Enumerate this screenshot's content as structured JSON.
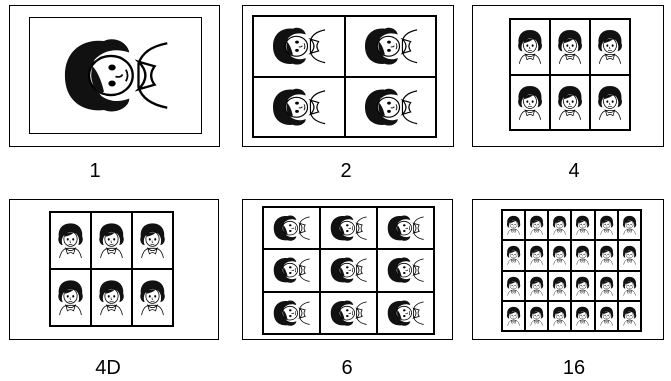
{
  "layouts": [
    {
      "id": "1",
      "label": "1",
      "orientation": "rotated",
      "cols": 1,
      "rows": 1
    },
    {
      "id": "2",
      "label": "2",
      "orientation": "rotated",
      "cols": 2,
      "rows": 2
    },
    {
      "id": "4",
      "label": "4",
      "orientation": "upright",
      "cols": 3,
      "rows": 2
    },
    {
      "id": "4d",
      "label": "4D",
      "orientation": "upright",
      "cols": 3,
      "rows": 2
    },
    {
      "id": "6",
      "label": "6",
      "orientation": "rotated",
      "cols": 3,
      "rows": 3
    },
    {
      "id": "16",
      "label": "16",
      "orientation": "upright",
      "cols": 6,
      "rows": 4
    }
  ],
  "icons": {
    "portrait": "portrait-face-icon"
  },
  "colors": {
    "line": "#000000",
    "background": "#ffffff"
  }
}
